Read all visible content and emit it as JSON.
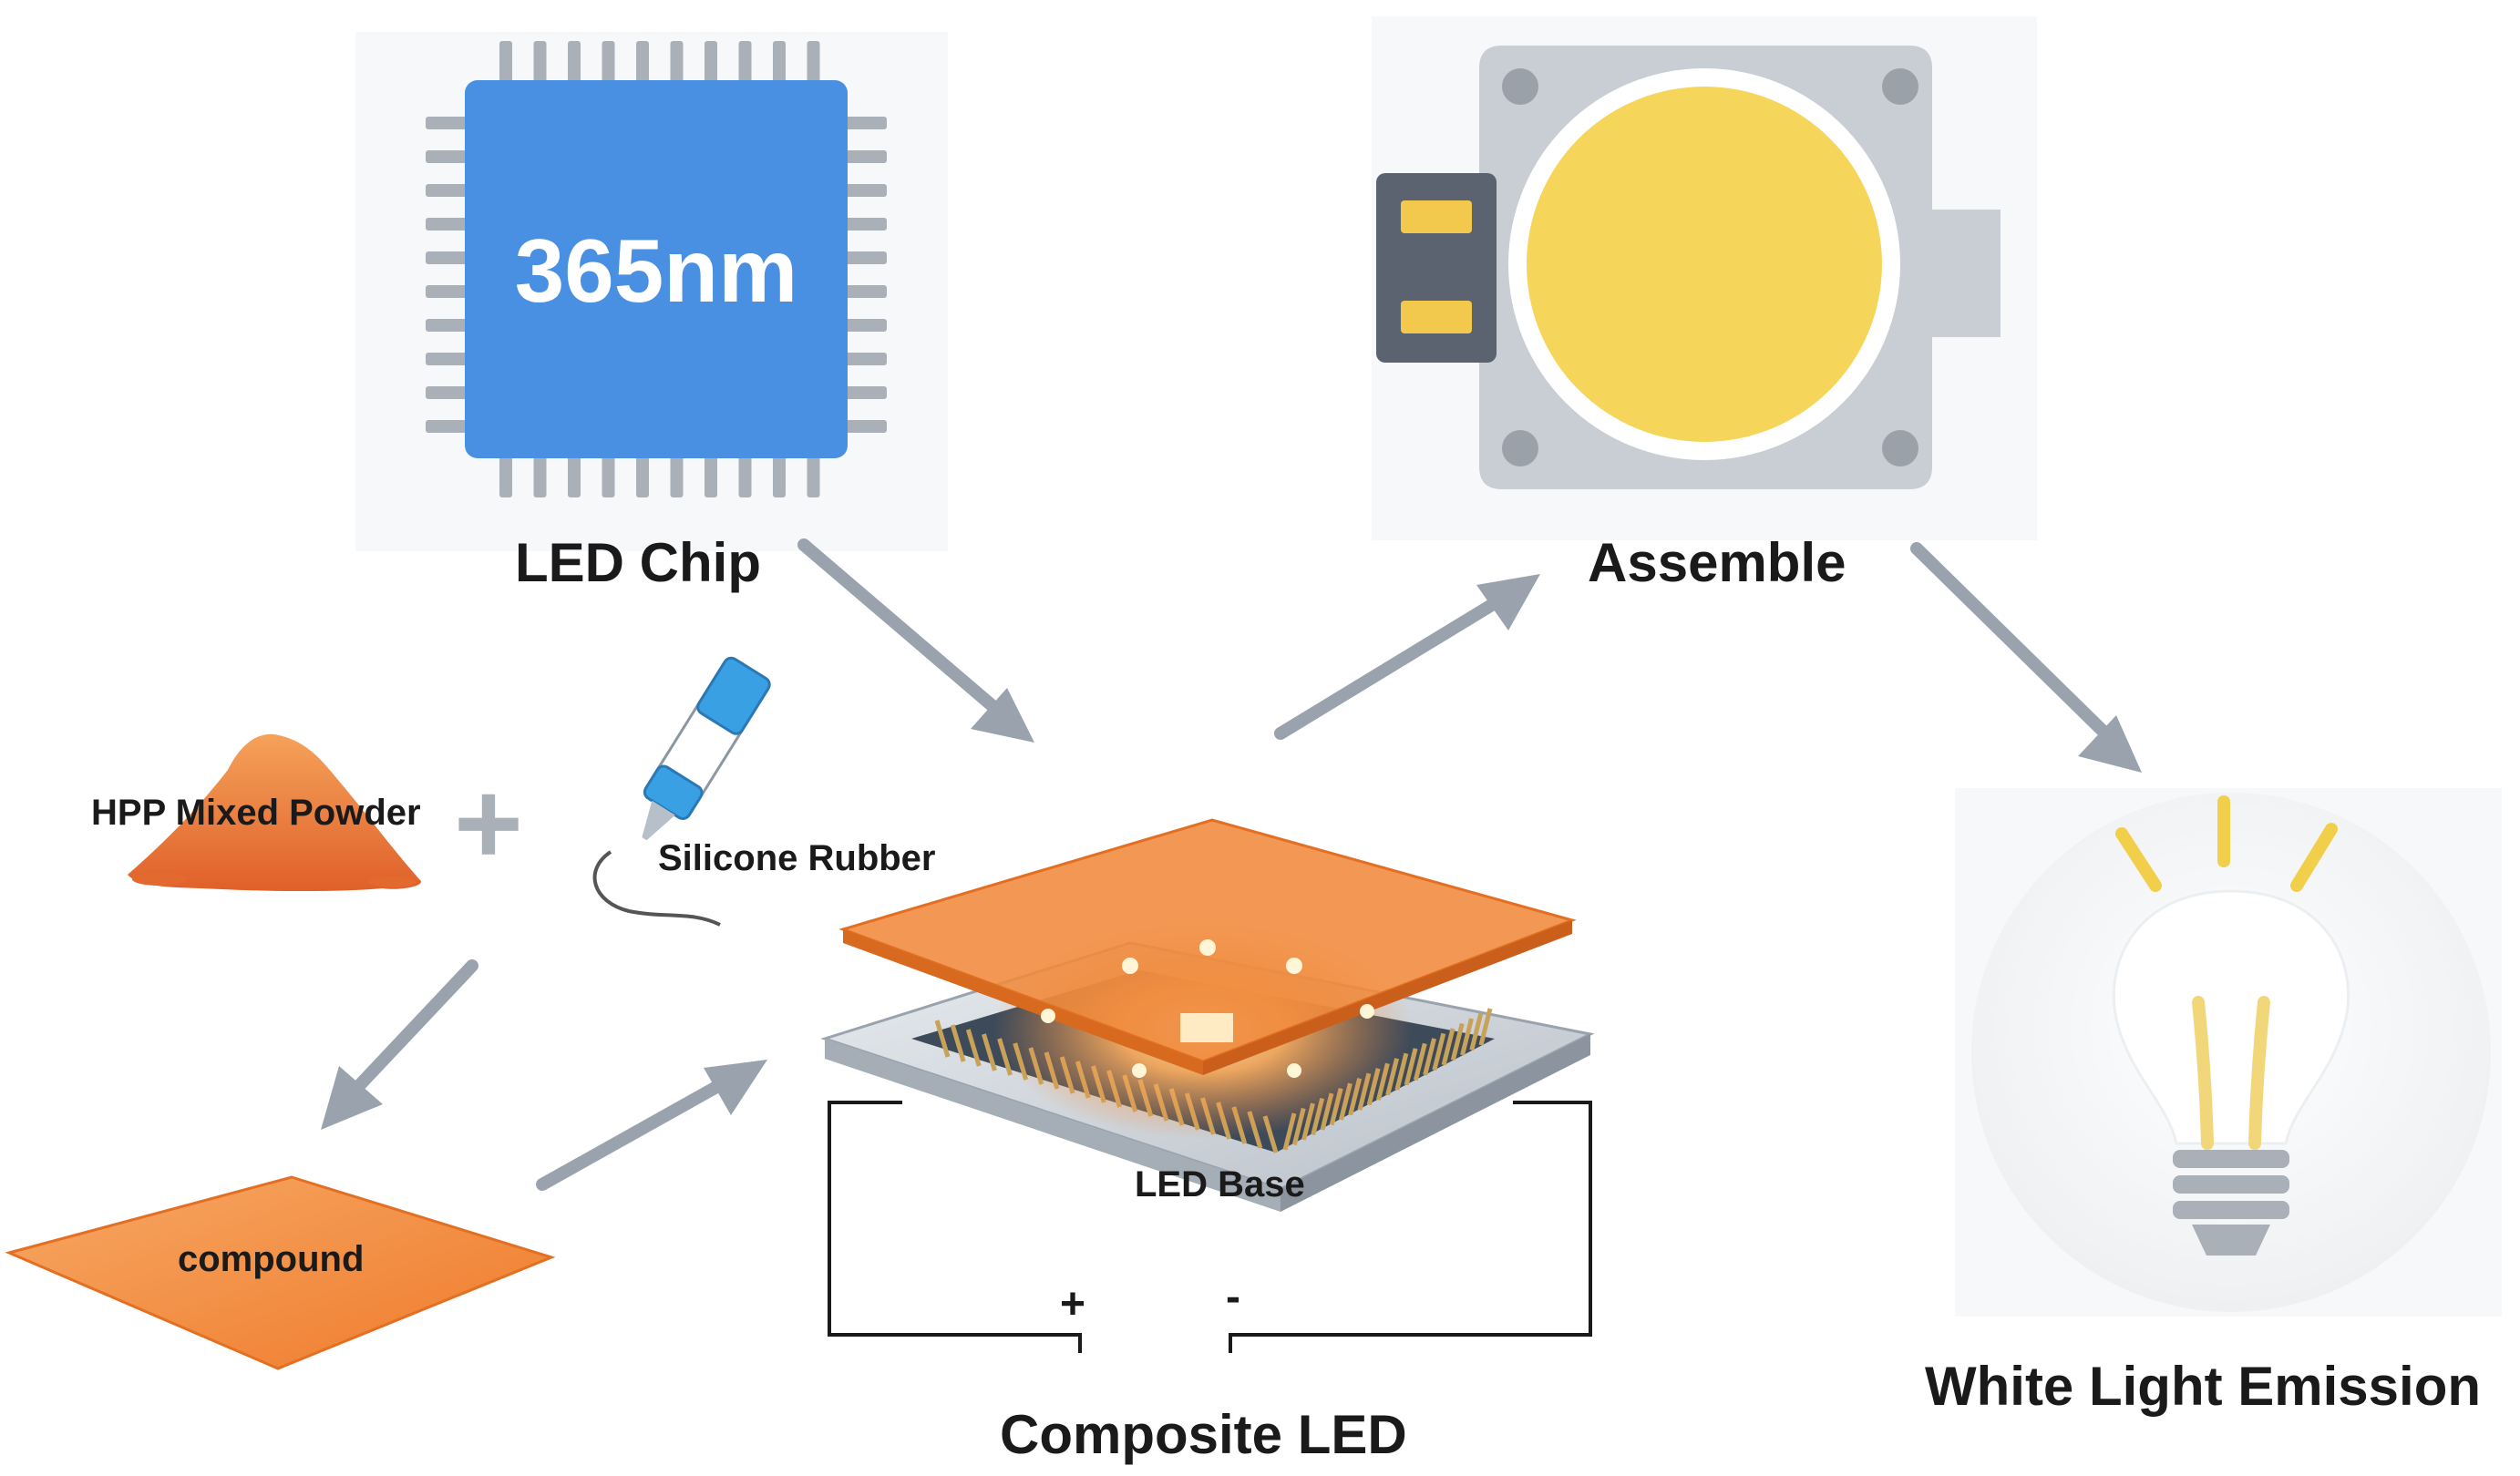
{
  "chip": {
    "wavelength": "365nm",
    "label": "LED Chip"
  },
  "assemble": {
    "label": "Assemble"
  },
  "bulb": {
    "label": "White Light Emission"
  },
  "powder": {
    "label": "HPP Mixed Powder"
  },
  "plus_symbol": "+",
  "silicone": {
    "label": "Silicone Rubber"
  },
  "compound": {
    "label": "compound"
  },
  "composite": {
    "label": "Composite LED",
    "base_label": "LED Base",
    "terminal_pos": "+",
    "terminal_neg": "-"
  },
  "colors": {
    "chip_blue": "#4a90e2",
    "cob_yellow": "#f5d55a",
    "orange": "#f08a3c",
    "arrow_gray": "#9aa3ad",
    "bulb_yellow": "#f2cf4a"
  }
}
